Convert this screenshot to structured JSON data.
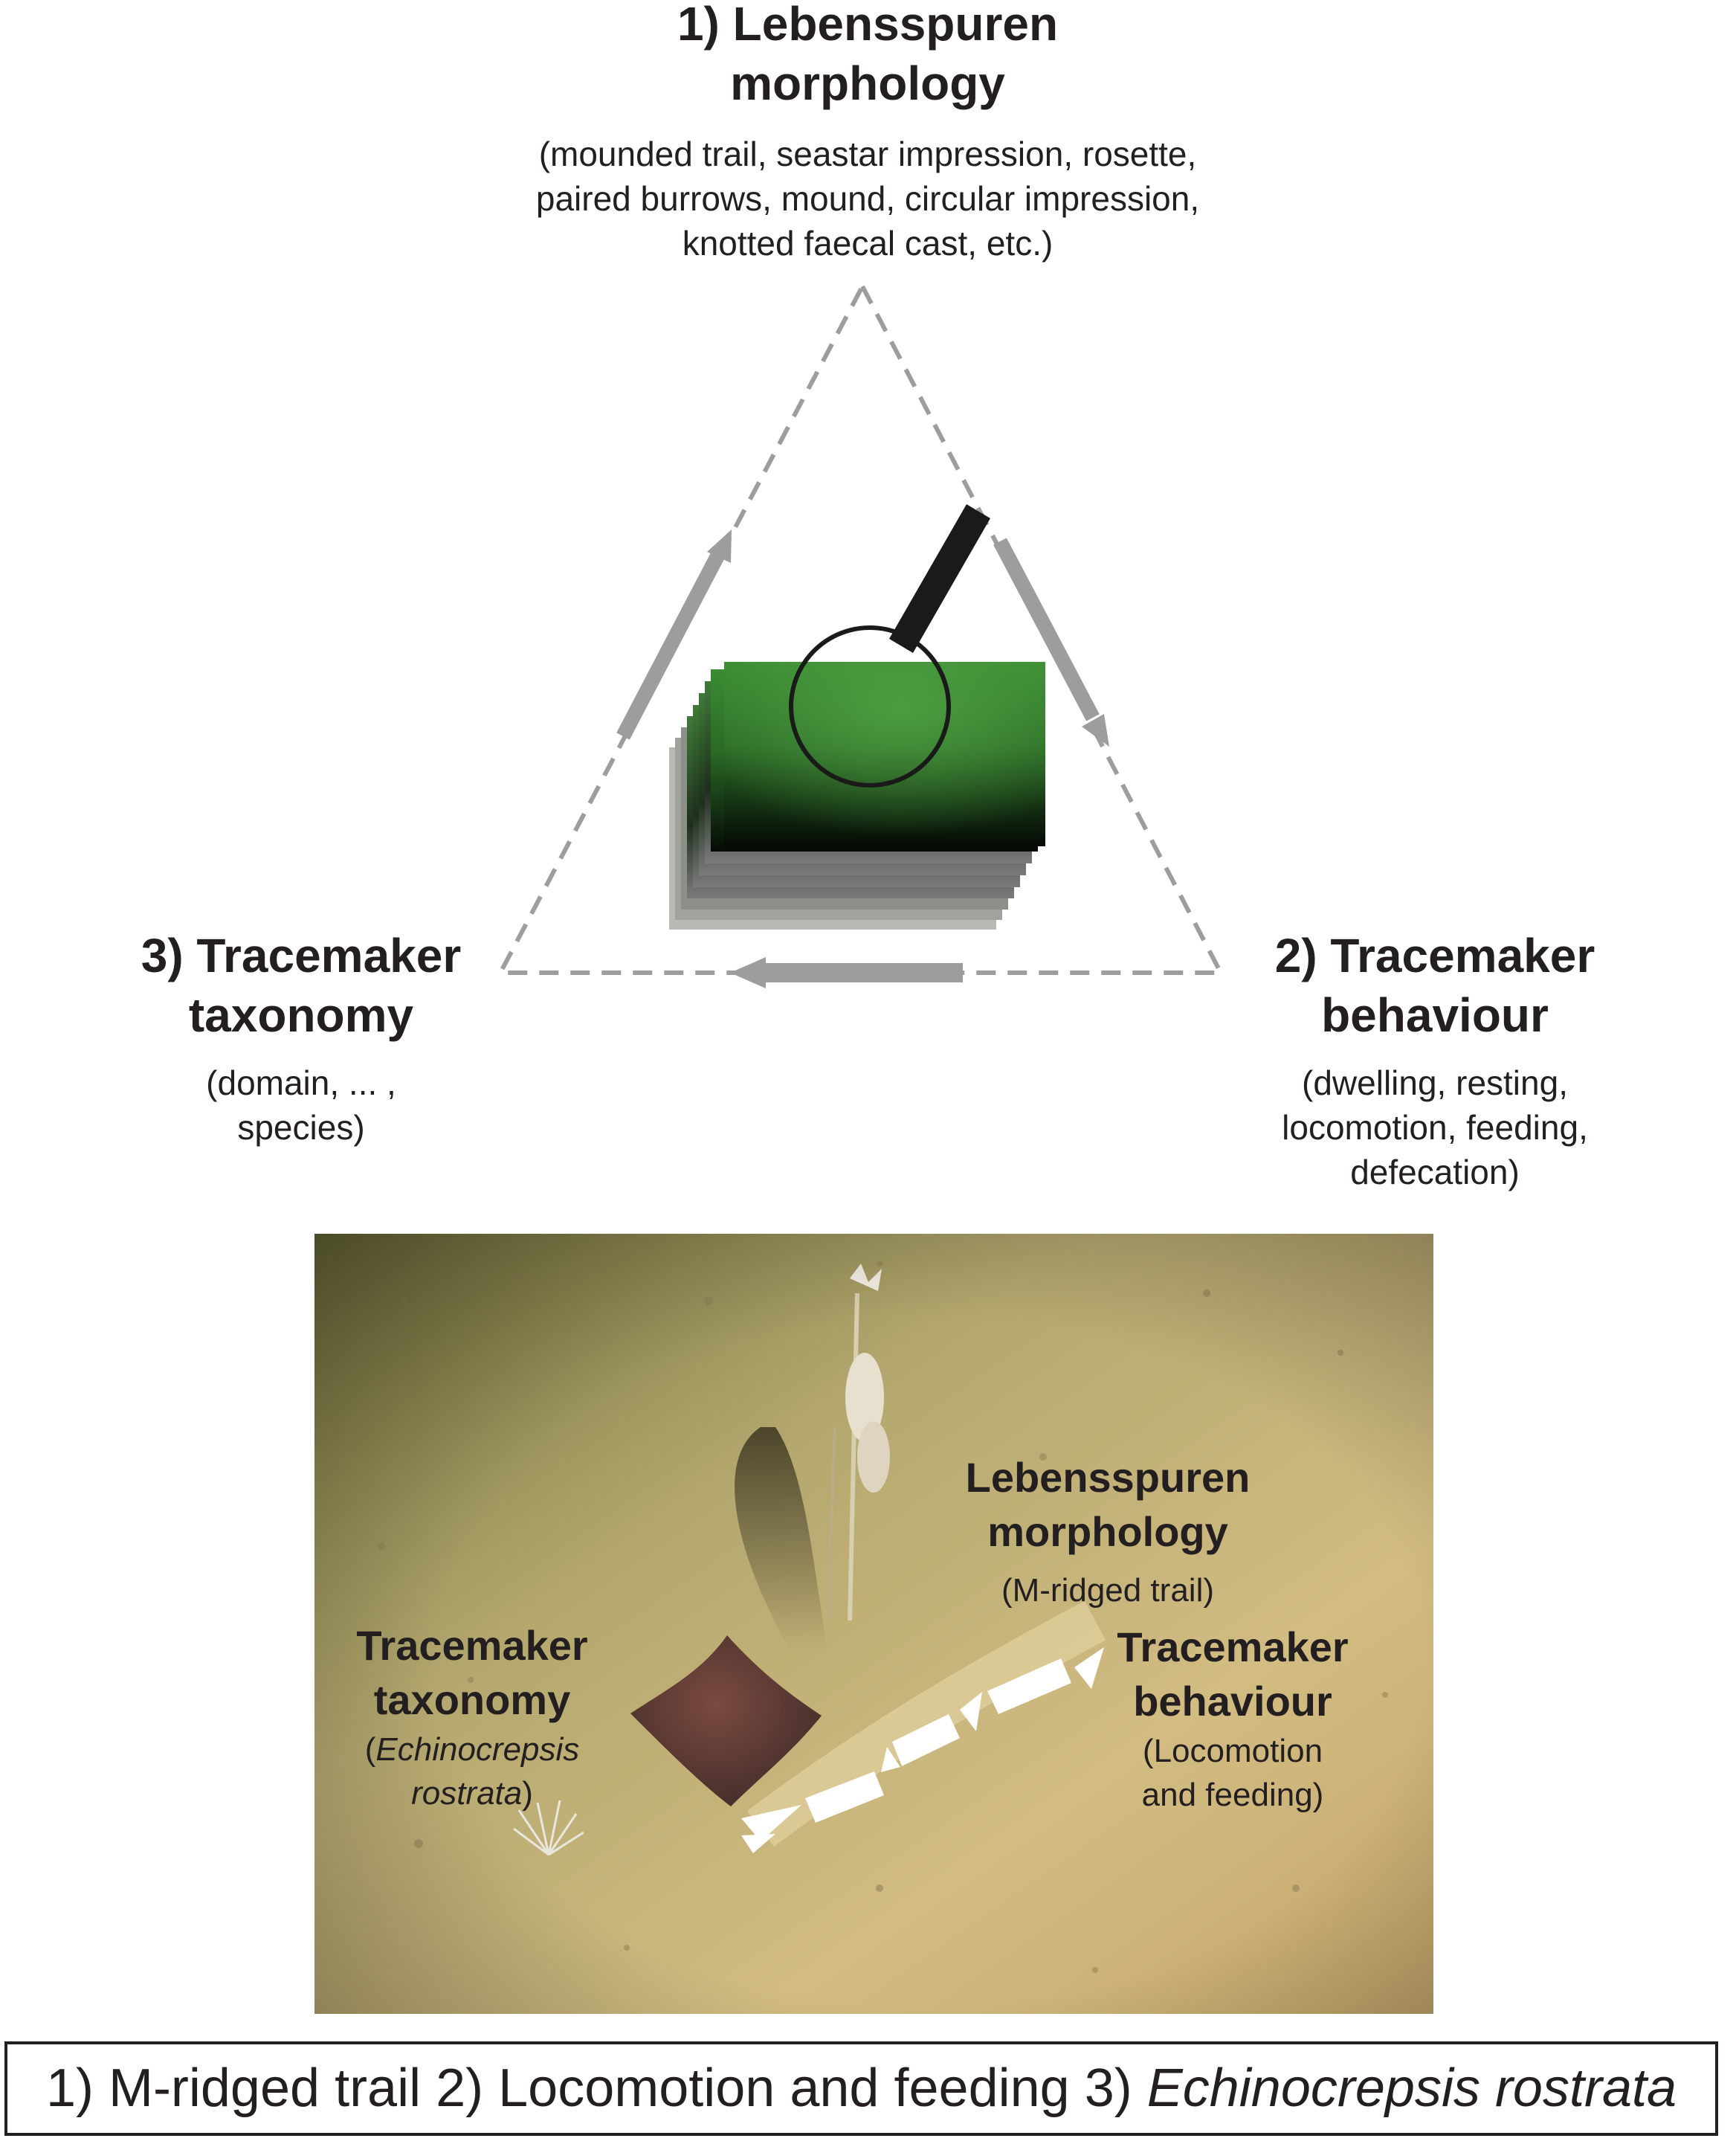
{
  "nodes": {
    "morphology": {
      "title_line1": "1) Lebensspuren",
      "title_line2": "morphology",
      "examples_line1": "(mounded trail, seastar impression, rosette,",
      "examples_line2": "paired burrows, mound, circular impression,",
      "examples_line3": "knotted faecal cast, etc.)"
    },
    "behaviour": {
      "title_line1": "2) Tracemaker",
      "title_line2": "behaviour",
      "examples_line1": "(dwelling, resting,",
      "examples_line2": "locomotion, feeding,",
      "examples_line3": "defecation)"
    },
    "taxonomy": {
      "title_line1": "3) Tracemaker",
      "title_line2": "taxonomy",
      "examples_line1": "(domain, ... ,",
      "examples_line2": "species)"
    }
  },
  "photo": {
    "morphology_label_line1": "Lebensspuren",
    "morphology_label_line2": "morphology",
    "morphology_value": "(M-ridged trail)",
    "taxonomy_label_line1": "Tracemaker",
    "taxonomy_label_line2": "taxonomy",
    "taxonomy_value_open": "(",
    "taxonomy_value_line1": "Echinocrepsis",
    "taxonomy_value_line2": "rostrata",
    "taxonomy_value_close": ")",
    "behaviour_label_line1": "Tracemaker",
    "behaviour_label_line2": "behaviour",
    "behaviour_value_line1": "(Locomotion",
    "behaviour_value_line2": "and feeding)"
  },
  "summary": {
    "part1": "1) M-ridged trail 2) Locomotion and feeding 3)",
    "part2": "Echinocrepsis rostrata"
  },
  "colors": {
    "text": "#231f20",
    "dashed_line": "#9d9d9d",
    "arrow": "#9d9d9d",
    "image_green": "#2f7a2c",
    "seafloor": "#c9b57a"
  },
  "icons": [
    "magnifier-icon",
    "image-stack-icon",
    "cycle-arrow-icon"
  ]
}
